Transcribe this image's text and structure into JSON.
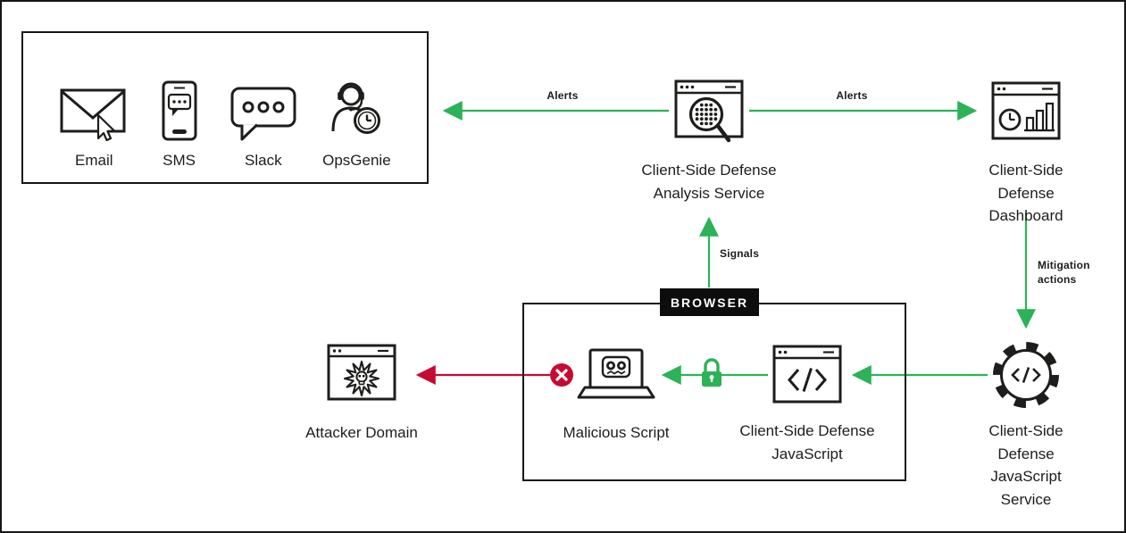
{
  "title": "Client-Side Defense architecture diagram",
  "colors": {
    "arrow_green": "#2cb257",
    "arrow_red": "#c60b33",
    "ink": "#1d1d1b",
    "browser_tag_bg": "#0d0d0d"
  },
  "notification_panel": {
    "channels": [
      {
        "label": "Email",
        "icon": "email-icon"
      },
      {
        "label": "SMS",
        "icon": "sms-icon"
      },
      {
        "label": "Slack",
        "icon": "slack-icon"
      },
      {
        "label": "OpsGenie",
        "icon": "opsgenie-icon"
      }
    ]
  },
  "nodes": {
    "analysis_service": {
      "label": "Client-Side Defense\nAnalysis Service",
      "icon": "analysis-service-icon"
    },
    "dashboard": {
      "label": "Client-Side Defense\nDashboard",
      "icon": "dashboard-icon"
    },
    "js_service": {
      "label": "Client-Side Defense\nJavaScript Service",
      "icon": "gear-code-icon"
    },
    "cs_js": {
      "label": "Client-Side Defense\nJavaScript",
      "icon": "browser-code-icon"
    },
    "malicious_script": {
      "label": "Malicious Script",
      "icon": "laptop-robot-icon"
    },
    "attacker_domain": {
      "label": "Attacker Domain",
      "icon": "skull-burst-browser-icon"
    }
  },
  "edges": {
    "alerts_left": "Alerts",
    "alerts_right": "Alerts",
    "signals": "Signals",
    "mitigation": "Mitigation\nactions"
  },
  "browser": {
    "tag": "BROWSER"
  }
}
